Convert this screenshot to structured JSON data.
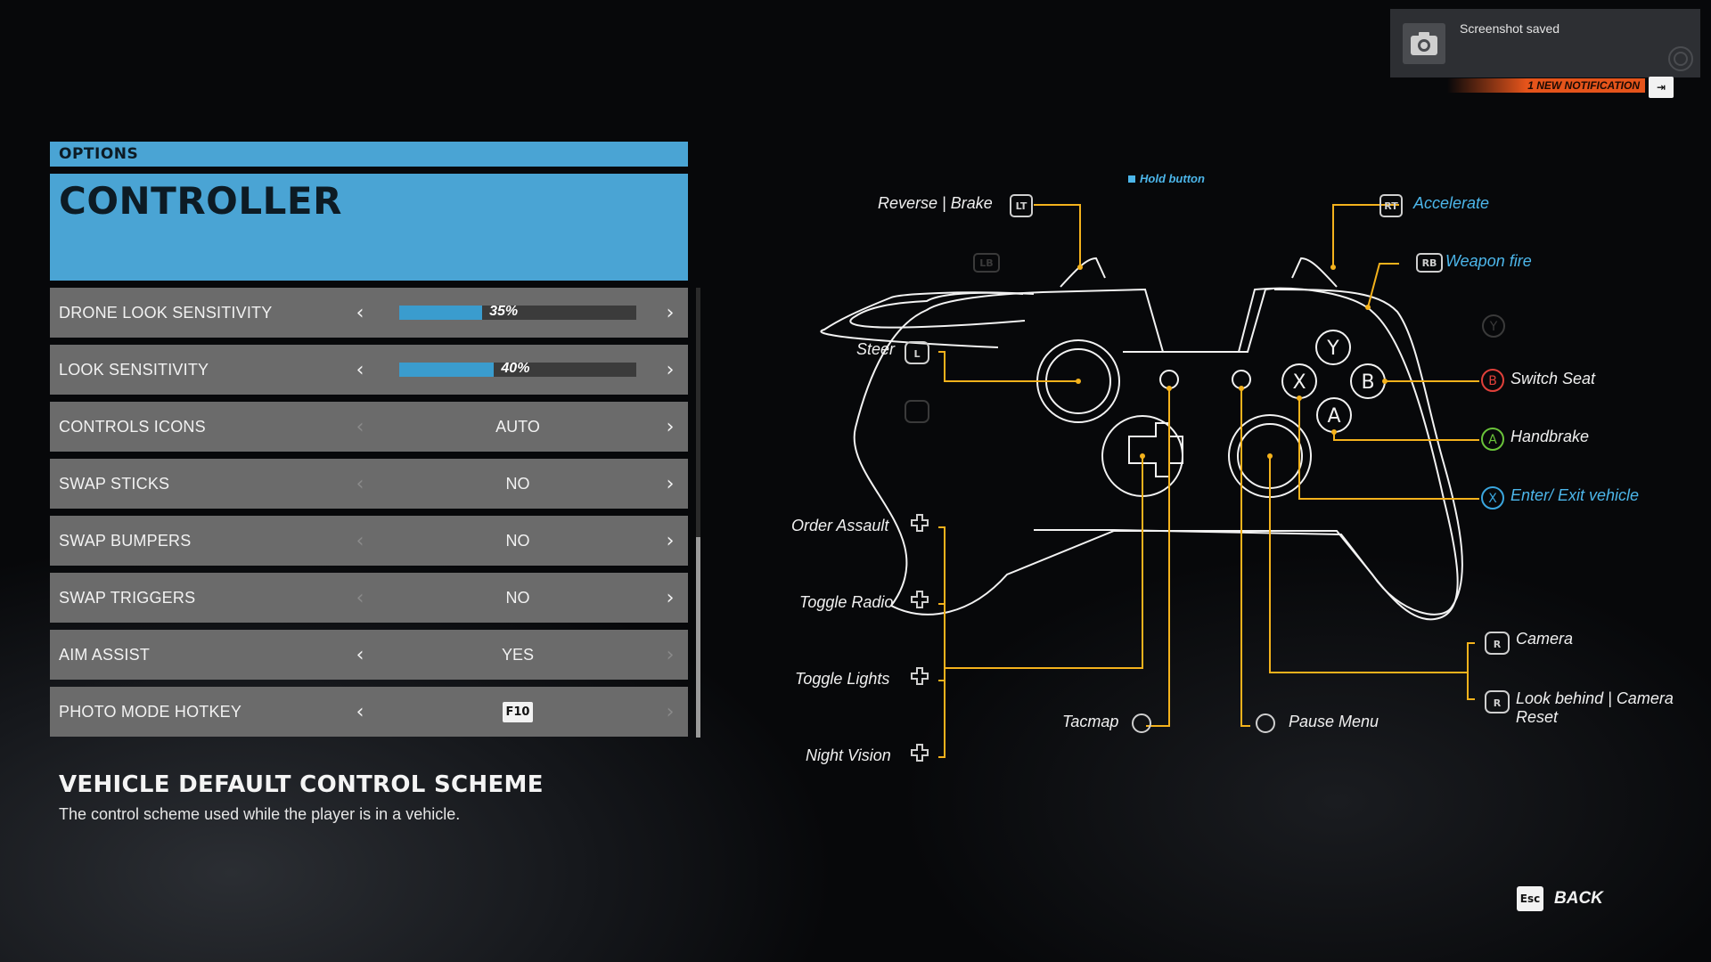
{
  "notification": {
    "title": "Screenshot saved",
    "bar_text": "1 NEW NOTIFICATION"
  },
  "header": {
    "section": "OPTIONS",
    "title": "CONTROLLER"
  },
  "settings": [
    {
      "label": "DRONE LOOK SENSITIVITY",
      "type": "slider",
      "value": 35,
      "value_text": "35%",
      "left_enabled": true,
      "right_enabled": true
    },
    {
      "label": "LOOK SENSITIVITY",
      "type": "slider",
      "value": 40,
      "value_text": "40%",
      "left_enabled": true,
      "right_enabled": true
    },
    {
      "label": "CONTROLS ICONS",
      "type": "choice",
      "value_text": "AUTO",
      "left_enabled": false,
      "right_enabled": true
    },
    {
      "label": "SWAP STICKS",
      "type": "choice",
      "value_text": "NO",
      "left_enabled": false,
      "right_enabled": true
    },
    {
      "label": "SWAP BUMPERS",
      "type": "choice",
      "value_text": "NO",
      "left_enabled": false,
      "right_enabled": true
    },
    {
      "label": "SWAP TRIGGERS",
      "type": "choice",
      "value_text": "NO",
      "left_enabled": false,
      "right_enabled": true
    },
    {
      "label": "AIM ASSIST",
      "type": "choice",
      "value_text": "YES",
      "left_enabled": true,
      "right_enabled": false
    },
    {
      "label": "PHOTO MODE HOTKEY",
      "type": "key",
      "value_text": "F10",
      "left_enabled": true,
      "right_enabled": false
    }
  ],
  "description": {
    "title": "VEHICLE DEFAULT CONTROL SCHEME",
    "text": "The control scheme used while the player is in a vehicle."
  },
  "diagram": {
    "legend": "Hold button",
    "labels": {
      "reverse": "Reverse",
      "separator": "|",
      "brake": "Brake",
      "accelerate": "Accelerate",
      "weapon_fire": "Weapon fire",
      "steer": "Steer",
      "switch_seat": "Switch Seat",
      "handbrake": "Handbrake",
      "enter_exit": "Enter/ Exit vehicle",
      "order_assault": "Order Assault",
      "toggle_radio": "Toggle Radio",
      "toggle_lights": "Toggle Lights",
      "night_vision": "Night Vision",
      "tacmap": "Tacmap",
      "pause_menu": "Pause Menu",
      "camera": "Camera",
      "look_behind": "Look behind",
      "camera_reset_1": "Camera",
      "camera_reset_2": "Reset"
    },
    "button_glyphs": {
      "lt": "LT",
      "rt": "RT",
      "lb": "LB",
      "rb": "RB",
      "l": "L",
      "r": "R",
      "y": "Y",
      "x": "X",
      "a": "A",
      "b": "B"
    },
    "colors": {
      "line": "#f4b21c",
      "accent_blue": "#4cb6ea",
      "b_red": "#e0403a",
      "a_green": "#6ac33a",
      "x_blue": "#3aa6de"
    }
  },
  "footer": {
    "back_key": "Esc",
    "back_label": "BACK"
  }
}
